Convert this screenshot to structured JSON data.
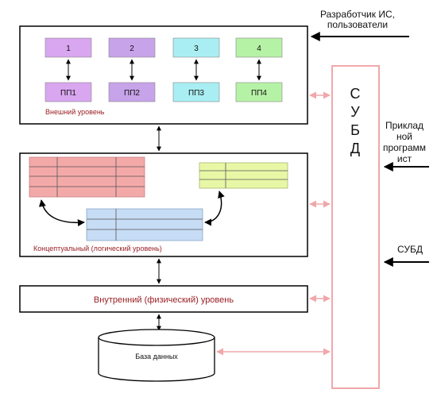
{
  "external": {
    "label": "Внешний уровень",
    "views": [
      {
        "top": "1",
        "bottom": "ПП1",
        "color": "#d9a6f0"
      },
      {
        "top": "2",
        "bottom": "ПП2",
        "color": "#c7a3ea"
      },
      {
        "top": "3",
        "bottom": "ПП3",
        "color": "#a9eef2"
      },
      {
        "top": "4",
        "bottom": "ПП4",
        "color": "#b6f2a6"
      }
    ]
  },
  "conceptual": {
    "label": "Концептуальный (логический уровень)",
    "tables": [
      {
        "color": "#f4a9a9"
      },
      {
        "color": "#e8f7a6"
      },
      {
        "color": "#c7dcf5"
      }
    ]
  },
  "internal": {
    "label": "Внутренний (физический) уровень"
  },
  "database": {
    "label": "База данных"
  },
  "dbms": {
    "letters": [
      "С",
      "У",
      "Б",
      "Д"
    ],
    "color": "#f0a8ab"
  },
  "actors": [
    {
      "lines": [
        "Разработчик ИС,",
        "пользователи"
      ]
    },
    {
      "lines": [
        "Приклад",
        "ной",
        "программ",
        "ист"
      ]
    },
    {
      "lines": [
        "СУБД"
      ]
    }
  ],
  "colors": {
    "accent_text": "#9a1f24",
    "dbms_border": "#f0a8ab"
  }
}
